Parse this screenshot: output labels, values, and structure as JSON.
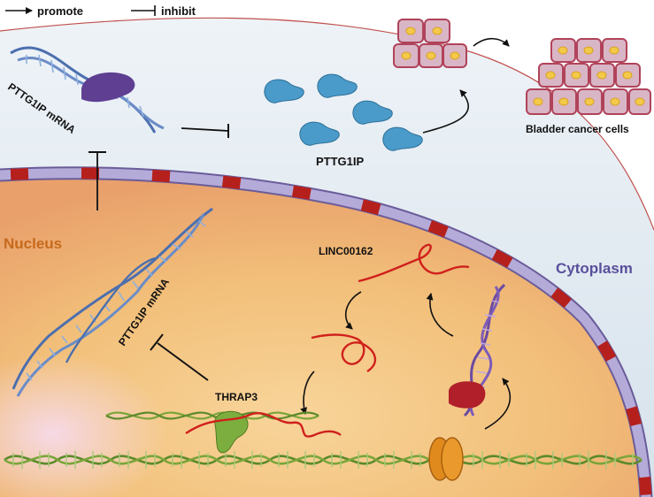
{
  "legend": {
    "promote": "promote",
    "inhibit": "inhibit"
  },
  "labels": {
    "mrna_top": "PTTG1IP mRNA",
    "mrna_nucleus": "PTTG1IP mRNA",
    "protein": "PTTG1IP",
    "cells": "Bladder cancer cells",
    "nucleus": "Nucleus",
    "cytoplasm": "Cytoplasm",
    "lncrna": "LINC00162",
    "thrap3": "THRAP3"
  },
  "colors": {
    "cytoplasm_bg": "#dde8f0",
    "nucleus_bg": "#f2c583",
    "membrane": "#9a8fc4",
    "membrane_red": "#b5201c",
    "dna": "#7aa53a",
    "mrna": "#4c6fae",
    "protein": "#4a9bc9",
    "lncrna": "#d0201c",
    "thrap3": "#7cae3f",
    "nucleus_text": "#c66a1d",
    "cytoplasm_text": "#5a4f9c",
    "cell_body": "#d9b6c6",
    "cell_border": "#b0435a",
    "cell_nucleus": "#f3c94a",
    "ribosome": "#e08a1e"
  }
}
